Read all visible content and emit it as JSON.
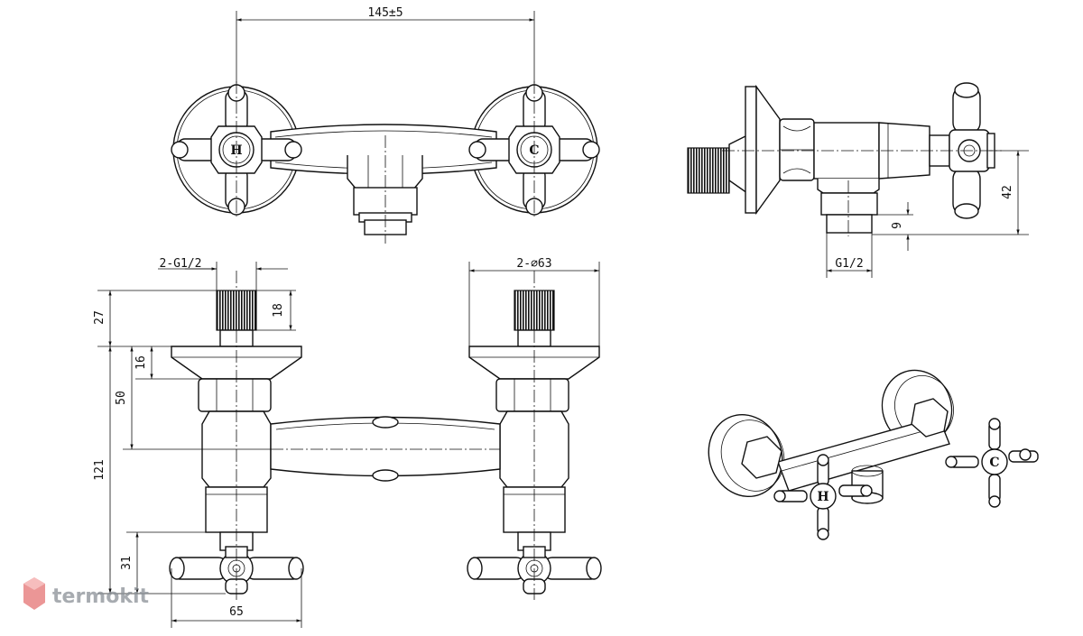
{
  "dimensions": {
    "center_distance": "145±5",
    "inlet_thread": "2-G1/2",
    "flange_diameter": "2-∅63",
    "thread_height": "27",
    "thread_length": "18",
    "flange_height": "16",
    "body_offset": "50",
    "total_height": "121",
    "handle_height": "31",
    "handle_width": "65",
    "side_height": "42",
    "outlet_height": "9",
    "outlet_thread": "G1/2"
  },
  "handle_letters": {
    "hot": "H",
    "cold": "C"
  },
  "watermark": {
    "text": "termokit"
  }
}
